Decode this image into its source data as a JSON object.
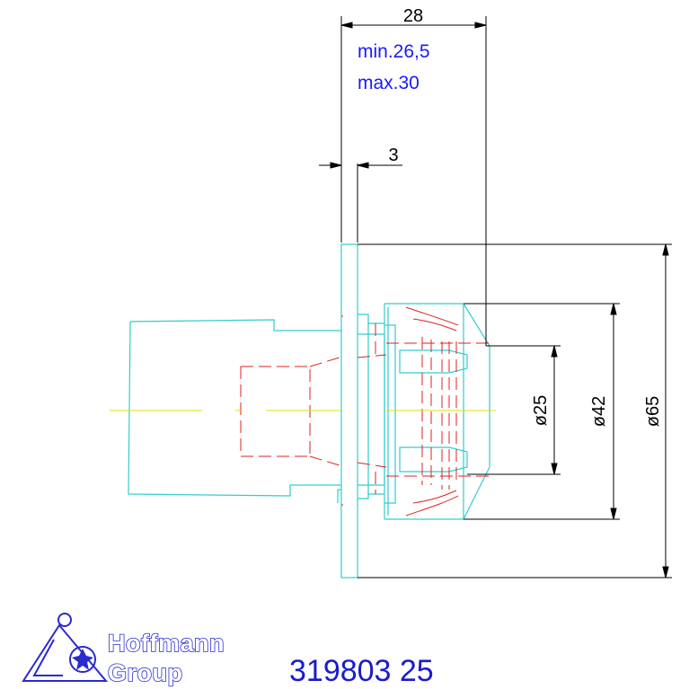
{
  "dimensions": {
    "overall_length": "28",
    "flange_thickness": "3",
    "bore_diameter": "ø25",
    "inner_diameter": "ø42",
    "outer_diameter": "ø65"
  },
  "notes": {
    "min": "min.26,5",
    "max": "max.30"
  },
  "logo": {
    "line1": "Hoffmann",
    "line2": "Group"
  },
  "part_number": "319803 25",
  "colors": {
    "outline": "#33cccc",
    "hidden": "#e02020",
    "centerline": "#e0e000",
    "dimension": "#000000",
    "note": "#1a1aff",
    "brand": "#2a2ad0"
  }
}
